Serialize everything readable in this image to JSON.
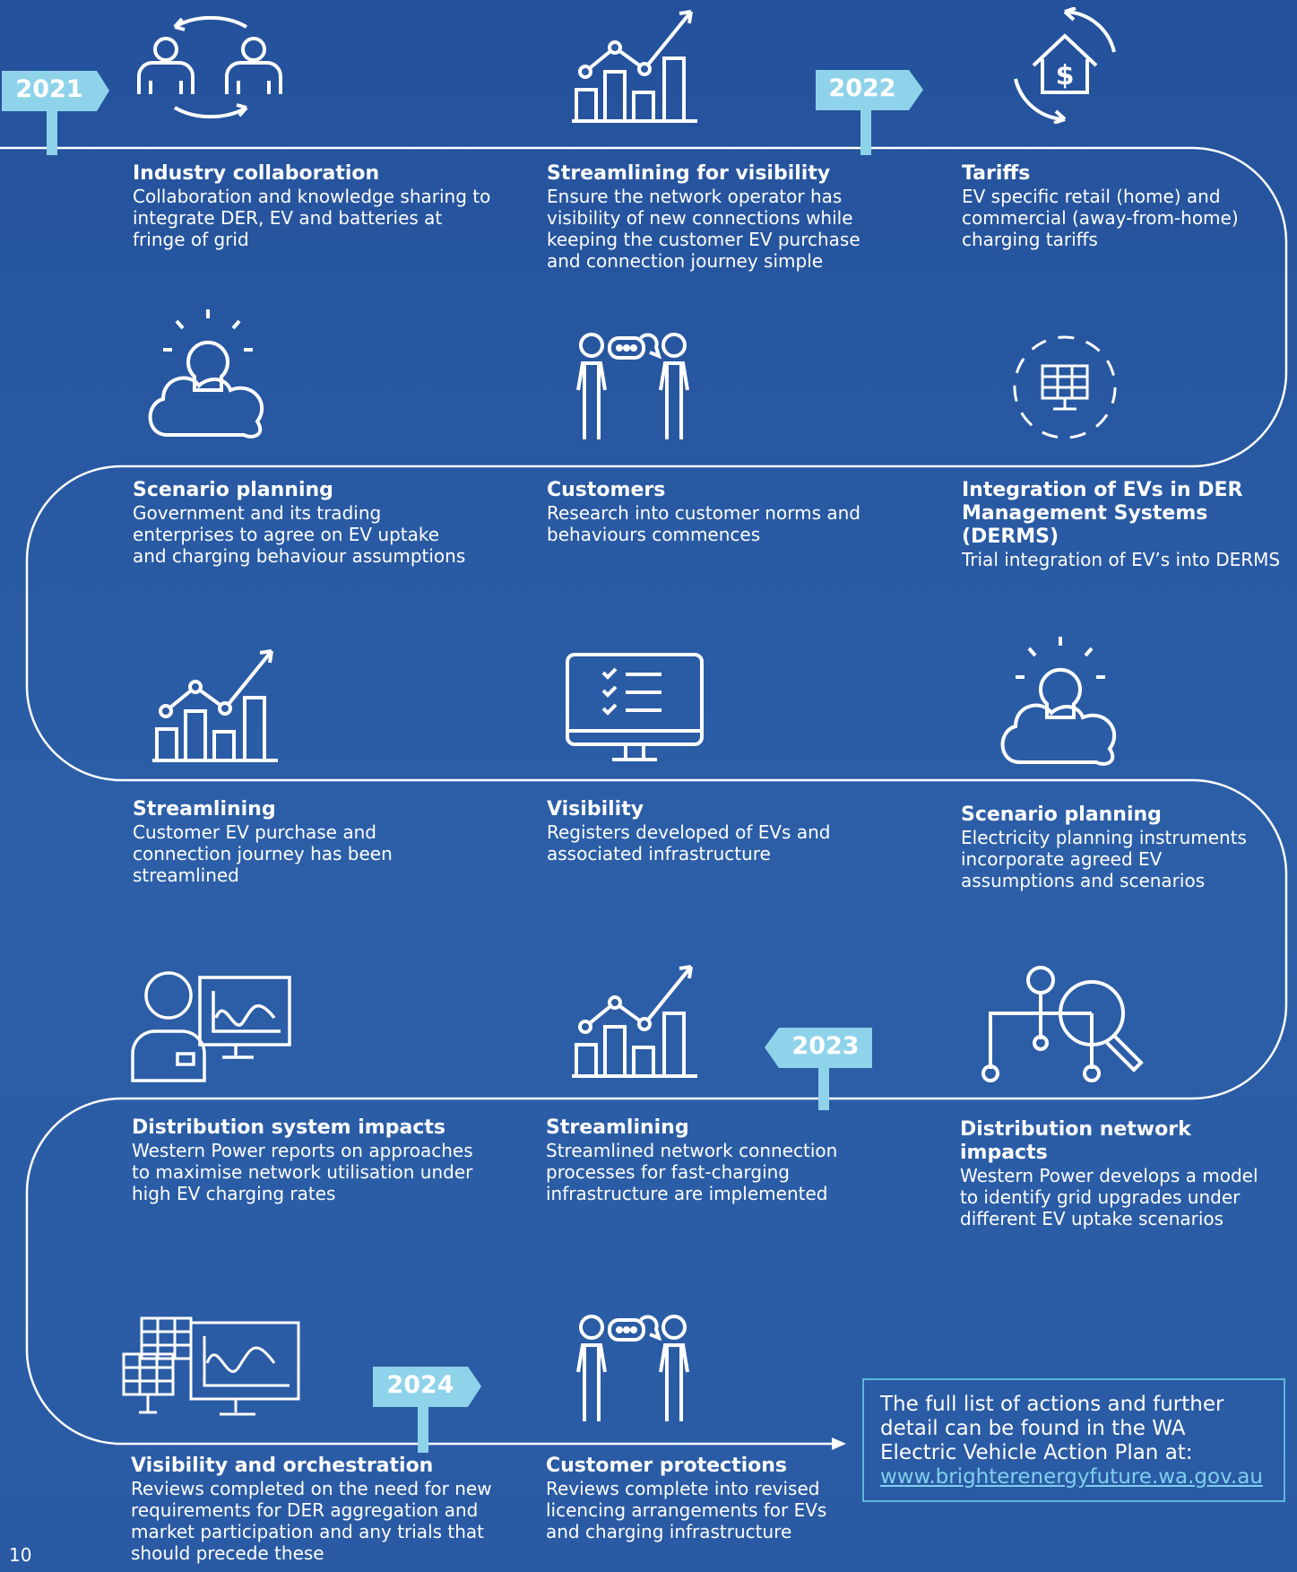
{
  "years": [
    "2021",
    "2022",
    "2023",
    "2024"
  ],
  "items": [
    {
      "title": "Industry collaboration",
      "desc": "Collaboration and knowledge sharing to integrate DER, EV and batteries at fringe of grid"
    },
    {
      "title": "Streamlining for visibility",
      "desc": "Ensure the network operator has visibility of new connections while keeping the customer EV purchase and connection journey simple"
    },
    {
      "title": "Tariffs",
      "desc": "EV specific retail (home) and commercial (away-from-home) charging tariffs"
    },
    {
      "title": "Scenario planning",
      "desc": "Government and its trading enterprises to agree on EV uptake and charging behaviour assumptions"
    },
    {
      "title": "Customers",
      "desc": "Research into customer norms and behaviours commences"
    },
    {
      "title": "Integration of EVs in DER Management Systems (DERMS)",
      "desc": "Trial integration of EV’s into DERMS"
    },
    {
      "title": "Streamlining",
      "desc": "Customer EV purchase and connection journey has been streamlined"
    },
    {
      "title": "Visibility",
      "desc": "Registers developed of EVs and associated infrastructure"
    },
    {
      "title": "Scenario planning",
      "desc": "Electricity planning instruments incorporate agreed EV assumptions and scenarios"
    },
    {
      "title": "Distribution system impacts",
      "desc": "Western Power reports on approaches to maximise network utilisation under high EV charging rates"
    },
    {
      "title": "Streamlining",
      "desc": "Streamlined network connection processes for fast-charging infrastructure are implemented"
    },
    {
      "title": "Distribution network impacts",
      "desc": "Western Power develops a model to identify grid upgrades under different EV uptake scenarios"
    },
    {
      "title": "Visibility and orchestration",
      "desc": "Reviews completed on the need for new requirements for DER aggregation and market participation and any trials that should precede these"
    },
    {
      "title": "Customer protections",
      "desc": "Reviews complete into revised licencing arrangements for EVs and charging infrastructure"
    }
  ],
  "note": {
    "text": "The full list of actions and further detail can be found in the WA Electric Vehicle Action Plan at:",
    "link": "www.brighterenergyfuture.wa.gov.au"
  },
  "page_number": "10",
  "colors": {
    "background": "#2a5aa4",
    "accent": "#7fd0ee",
    "line": "#ffffff"
  }
}
